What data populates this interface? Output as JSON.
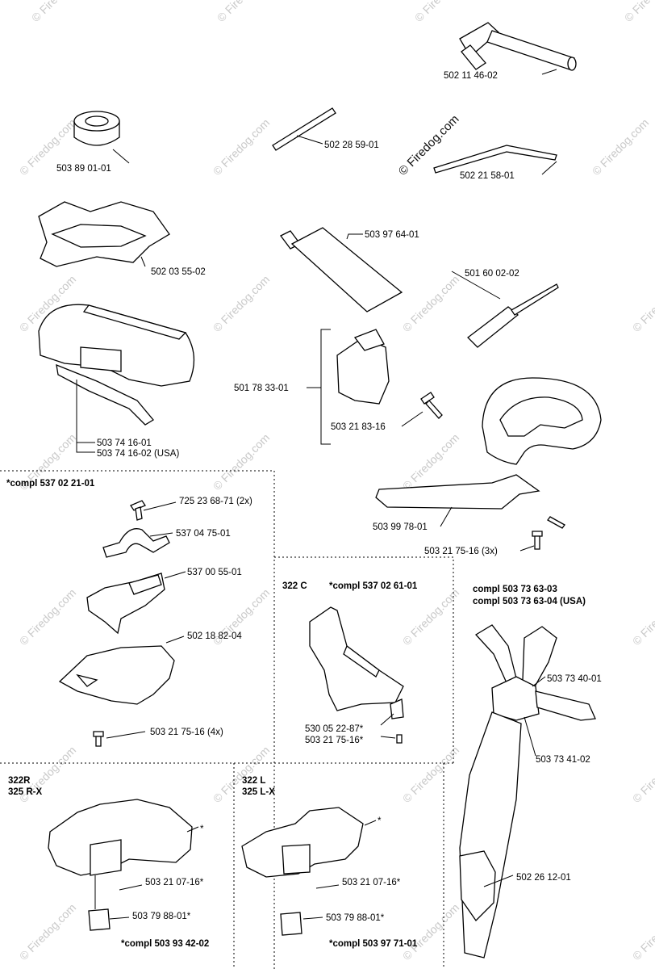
{
  "watermark": {
    "text": "© Firedog.com"
  },
  "part_labels": {
    "p_502114602": "502 11 46-02",
    "p_503890101": "503 89 01-01",
    "p_502285901": "502 28 59-01",
    "p_502215801": "502 21 58-01",
    "p_502035502": "502 03 55-02",
    "p_503976401": "503 97 64-01",
    "p_501600202": "501 60 02-02",
    "p_503741601": "503 74 16-01",
    "p_503741602": "503 74 16-02 (USA)",
    "p_501783301": "501 78 33-01",
    "p_503218316": "503 21 83-16",
    "p_503997801": "503 99 78-01",
    "p_503217516_3x": "503 21 75-16 (3x)",
    "p_725236871": "725 23 68-71 (2x)",
    "p_537047501": "537 04 75-01",
    "p_537005501": "537 00 55-01",
    "p_502188204": "502 18 82-04",
    "p_503217516_4x": "503 21 75-16 (4x)",
    "p_530052287": "530 05 22-87*",
    "p_503217516_c": "503 21 75-16*",
    "p_503734001": "503 73 40-01",
    "p_503734102": "503 73 41-02",
    "p_502261201": "502 26 12-01",
    "p_503210716_r": "503 21 07-16*",
    "p_503798801_r": "503 79 88-01*",
    "p_503210716_l": "503 21 07-16*",
    "p_503798801_l": "503 79 88-01*",
    "star_r": "*",
    "star_l": "*"
  },
  "section_headers": {
    "kit_537022101": "*compl 537 02 21-01",
    "model_322c": "322 C",
    "kit_537026101": "*compl 537 02 61-01",
    "harness_1": "compl 503 73 63-03",
    "harness_2": "compl 503 73 63-04 (USA)",
    "model_322r": "322R",
    "model_325rx": "325 R-X",
    "kit_503934202": "*compl 503 93 42-02",
    "model_322l": "322 L",
    "model_325lx": "325 L-X",
    "kit_503977101": "*compl 503 97 71-01"
  }
}
